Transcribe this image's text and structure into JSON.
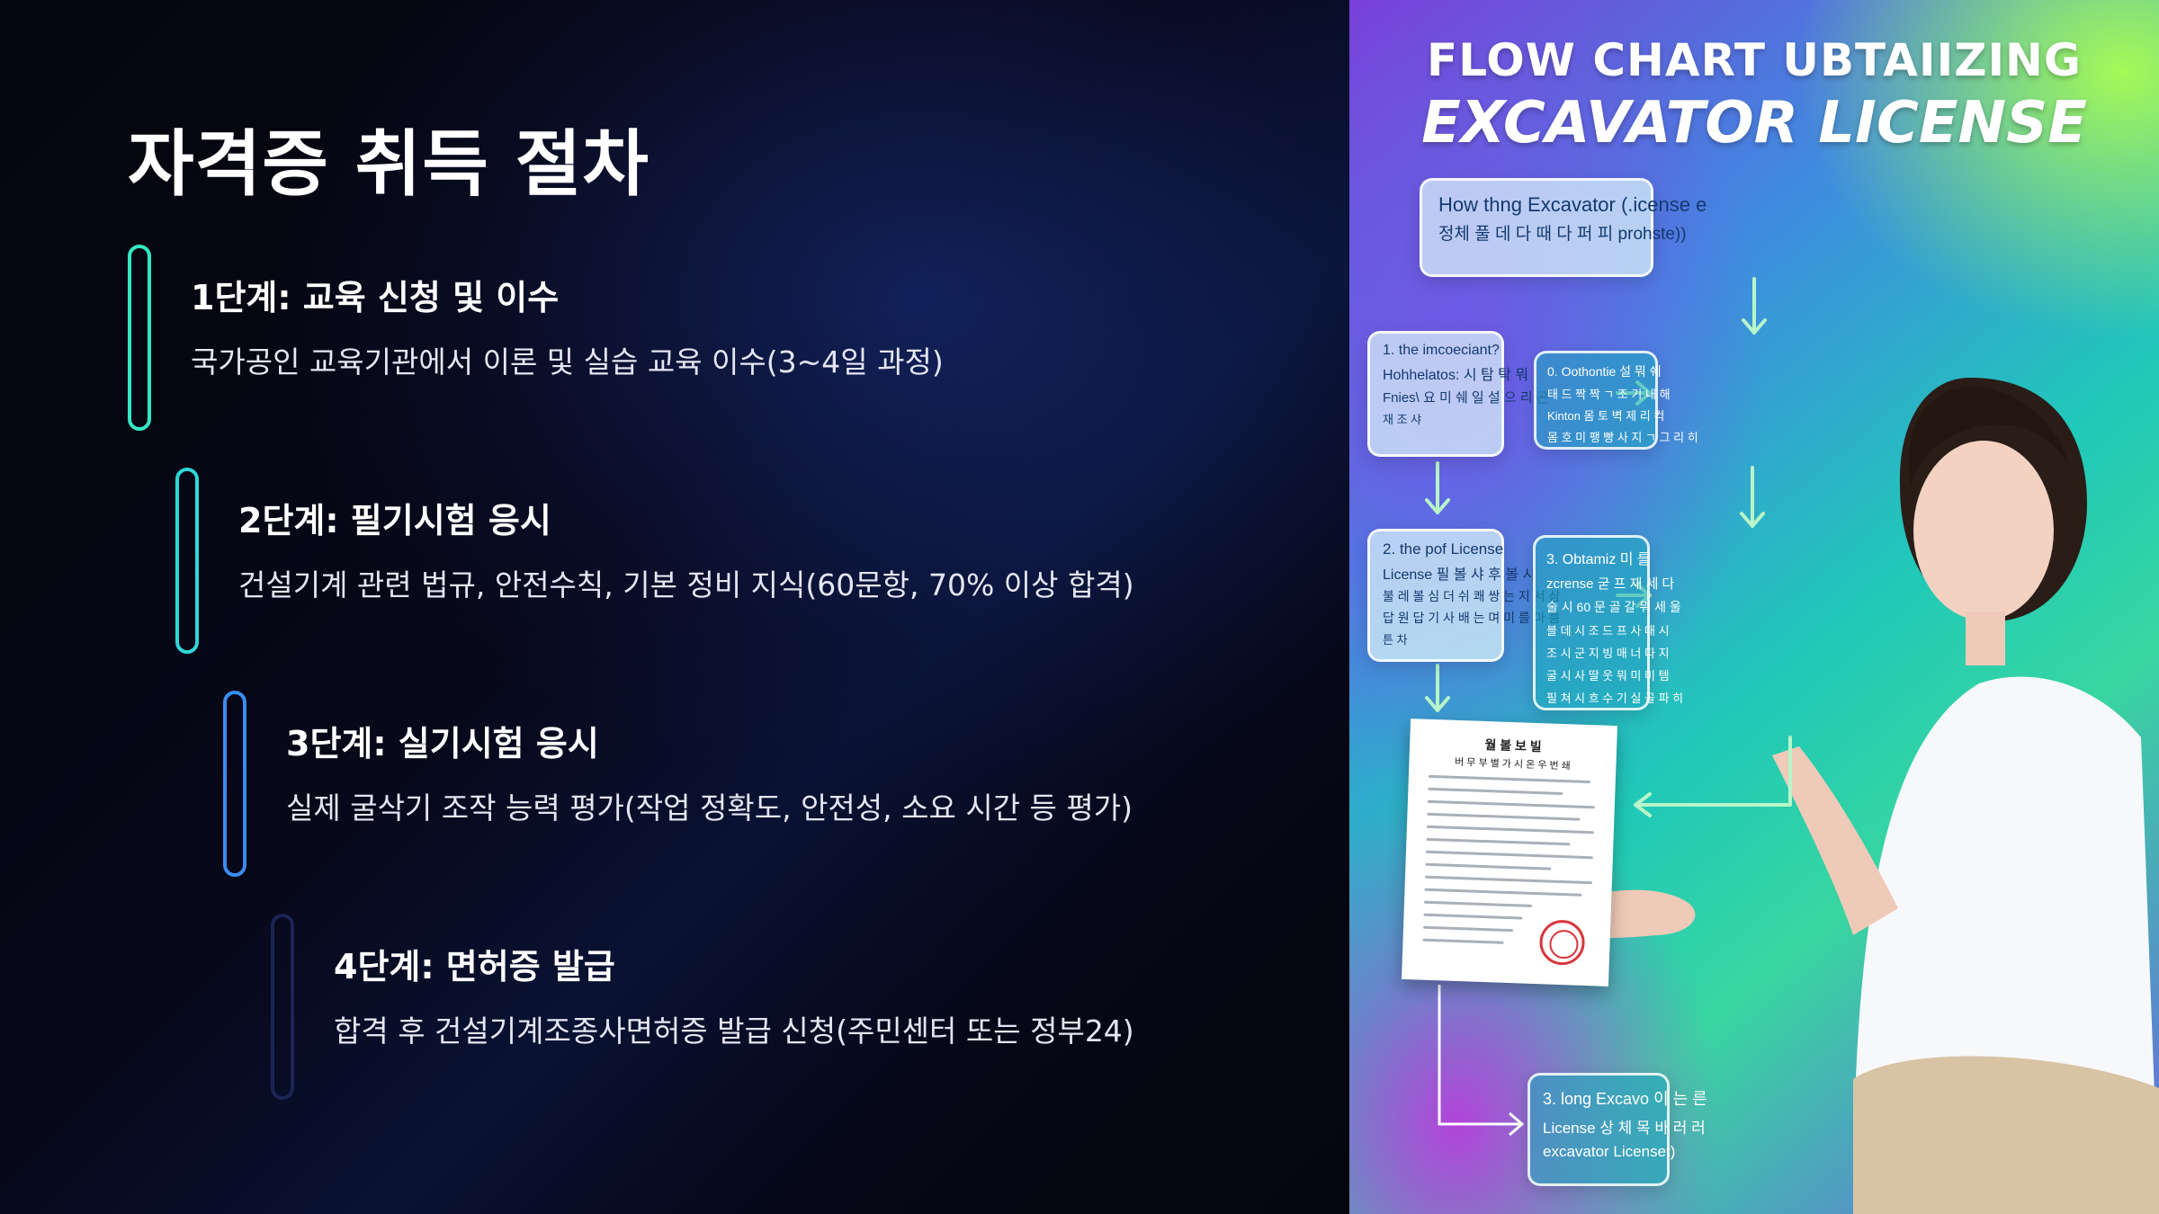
{
  "left": {
    "title": "자격증 취득 절차",
    "steps": [
      {
        "title": "1단계: 교육 신청 및 이수",
        "desc": "국가공인 교육기관에서 이론 및 실습 교육 이수(3~4일 과정)",
        "color": "#34e8c4"
      },
      {
        "title": "2단계: 필기시험 응시",
        "desc": "건설기계 관련 법규, 안전수칙, 기본 정비 지식(60문항, 70% 이상 합격)",
        "color": "#2fd6d8"
      },
      {
        "title": "3단계: 실기시험 응시",
        "desc": "실제 굴삭기 조작 능력 평가(작업 정확도, 안전성, 소요 시간 등 평가)",
        "color": "#3a8cf0"
      },
      {
        "title": "4단계: 면허증 발급",
        "desc": "합격 후 건설기계조종사면허증 발급 신청(주민센터 또는 정부24)",
        "color": "#1c2456"
      }
    ]
  },
  "poster": {
    "title_line1": "FLOW CHART UBTAIIZING",
    "title_line2": "EXCAVATOR LICENSE",
    "top_box": [
      "How thng Excavator (.icense e",
      "정체 풀 데 다 때 다 퍼 피 prohste))"
    ],
    "box_a": [
      "1. the imcoeciant?",
      "Hohhelatos: 시 탐 탁 뭐",
      "Fnies\\ 요 미 쉐 일 설 으 리 곤",
      "재 조 샤"
    ],
    "box_b": [
      "0. Oothontie 설 뭐 쉐",
      "태 드 짝 짝 ㄱ 조 기 내 해",
      "Kinton 몸 토 벽 제 리 컥",
      "몸 호 미 팽 빵 사 지 ㄱ 그 리 히"
    ],
    "box_c": [
      "2. the pof License",
      "License 필 볼 샤 후 볼 시",
      "불 레 볼 심 더 쉬 쾌 쌍 는 지 서 삼",
      "답 원 답 기 사 배 는 며 미 를 마 름",
      "튼 차"
    ],
    "box_d": [
      "3. Obtamiz 미 를",
      "zcrense 굳 프 재 세 다",
      "술 시 60 문 골 갈 뭐 세 울",
      "블 데 시 조 드 프 사 대 시",
      "조 시 군 지 빙 매 너 다 지",
      "굴 시 사 딸 웃 뭐 미 미 템",
      "필 쳐 시 흐 수 기 실 골 파 히"
    ],
    "box_e": [
      "3. long Excavo 이 는 른",
      "License 상 체 목 바 러 러",
      "excavator Licenset)"
    ],
    "doc_title": [
      "월 볼 보 빌",
      "버 무 부 별 가 시 온 우 번 쇄"
    ]
  }
}
